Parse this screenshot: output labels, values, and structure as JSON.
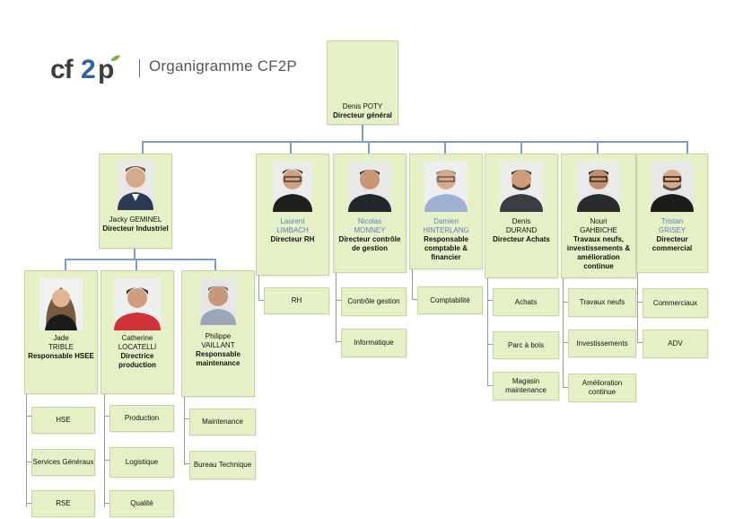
{
  "header": {
    "brand": "cf2p",
    "title": "Organigramme CF2P"
  },
  "ceo": {
    "name": "Denis POTY",
    "role": "Directeur général"
  },
  "directors": [
    {
      "name1": "Jacky GEMINEL",
      "name2": "",
      "role": "Directeur Industriel"
    },
    {
      "name1": "Laurent",
      "name2": "LIMBACH",
      "role": "Directeur RH"
    },
    {
      "name1": "Nicolas",
      "name2": "MONNEY",
      "role": "Directeur contrôle de gestion"
    },
    {
      "name1": "Damien",
      "name2": "HINTERLANG",
      "role": "Responsable comptable & financier"
    },
    {
      "name1": "Denis",
      "name2": "DURAND",
      "role": "Directeur Achats"
    },
    {
      "name1": "Nouri",
      "name2": "GAHBICHE",
      "role": "Travaux neufs, investissements & amélioration continue"
    },
    {
      "name1": "Tristan",
      "name2": "GRISEY",
      "role": "Directeur commercial"
    }
  ],
  "managers": [
    {
      "name1": "Jade",
      "name2": "TRIBLE",
      "role": "Responsable HSEE"
    },
    {
      "name1": "Catherine",
      "name2": "LOCATELLI",
      "role": "Directrice production"
    },
    {
      "name1": "Philippe",
      "name2": "VAILLANT",
      "role": "Responsable maintenance"
    }
  ],
  "units": {
    "hsee": [
      "HSE",
      "Services Généraux",
      "RSE"
    ],
    "production": [
      "Production",
      "Logistique",
      "Qualité"
    ],
    "maintenance": [
      "Maintenance",
      "Bureau Technique"
    ],
    "rh": [
      "RH"
    ],
    "controle": [
      "Contrôle gestion",
      "Informatique"
    ],
    "compta": [
      "Comptabilité"
    ],
    "achats": [
      "Achats",
      "Parc à bois",
      "Magasin maintenance"
    ],
    "travaux": [
      "Travaux neufs",
      "Investissements",
      "Amélioration continue"
    ],
    "commercial": [
      "Commerciaux",
      "ADV"
    ]
  },
  "colors": {
    "card_bg": "#e6f0c7",
    "connector": "#7a9cc6",
    "name_blue": "#5b7fb6"
  }
}
